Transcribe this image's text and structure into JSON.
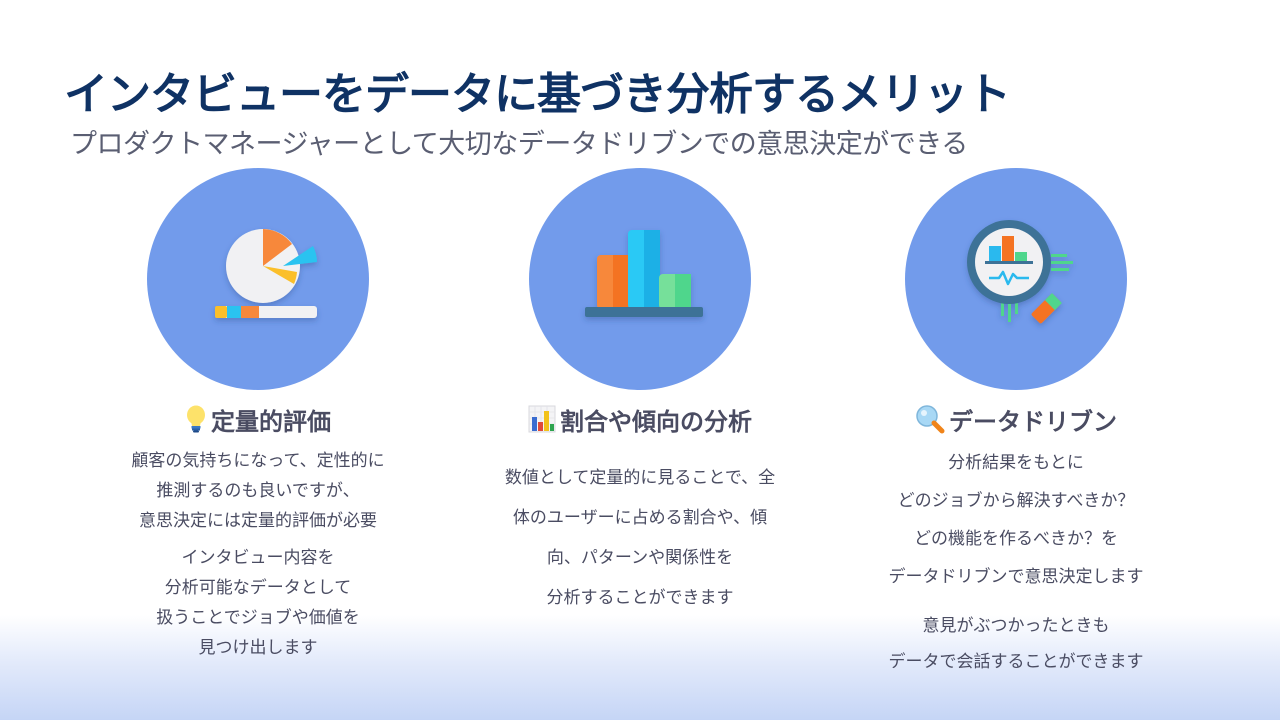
{
  "slide": {
    "title": "インタビューをデータに基づき分析するメリット",
    "subtitle": "プロダクトマネージャーとして大切なデータドリブンでの意思決定ができる"
  },
  "colors": {
    "title": "#0f3264",
    "text": "#4a4c62",
    "circle": "#729beb",
    "orange": "#f7883a",
    "cyan": "#29c3f0",
    "green": "#4fd68c"
  },
  "columns": [
    {
      "icon": "pie-chart-icon",
      "heading_emoji": "lightbulb-icon",
      "heading": "定量的評価",
      "paragraphs": [
        {
          "lines": [
            "顧客の気持ちになって、定性的に",
            "推測するのも良いですが、",
            "意思決定には定量的評価が必要"
          ]
        },
        {
          "lines": [
            "インタビュー内容を",
            "分析可能なデータとして",
            "扱うことでジョブや価値を",
            "見つけ出します"
          ]
        }
      ]
    },
    {
      "icon": "bar-chart-icon",
      "heading_emoji": "chart-emoji-icon",
      "heading": "割合や傾向の分析",
      "paragraphs": [
        {
          "lines": [
            "数値として定量的に見ることで、全",
            "体のユーザーに占める割合や、傾",
            "向、パターンや関係性を",
            "分析することができます"
          ]
        }
      ]
    },
    {
      "icon": "magnifier-analytics-icon",
      "heading_emoji": "magnifier-emoji-icon",
      "heading": "データドリブン",
      "paragraphs": [
        {
          "lines": [
            "分析結果をもとに",
            "どのジョブから解決すべきか？",
            "どの機能を作るべきか？を",
            "データドリブンで意思決定します"
          ]
        },
        {
          "lines": [
            "意見がぶつかったときも",
            "データで会話することができます"
          ]
        }
      ]
    }
  ]
}
